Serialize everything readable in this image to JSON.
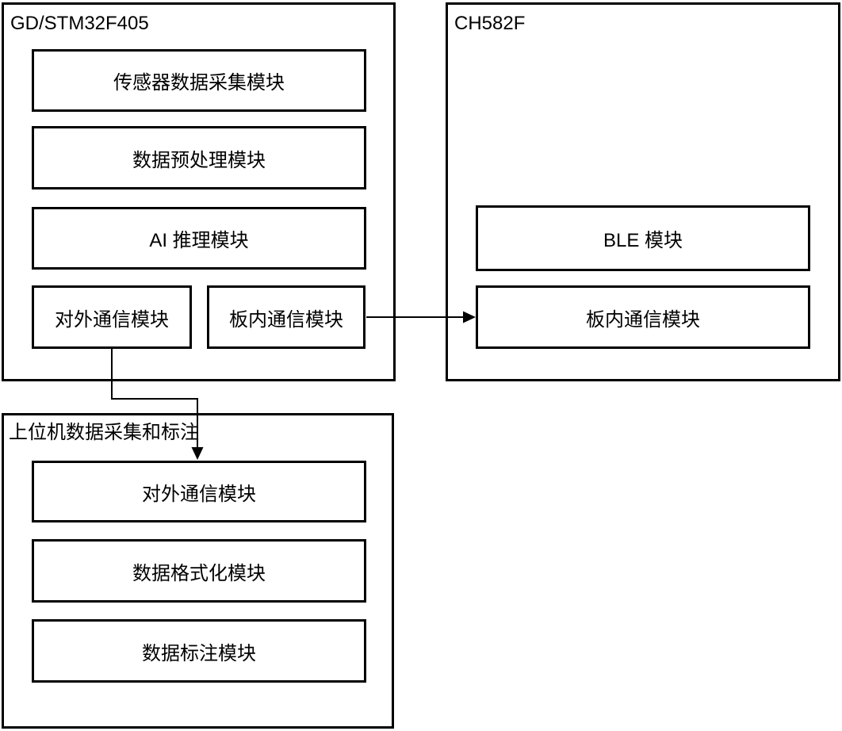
{
  "diagram": {
    "colors": {
      "stroke": "#000000",
      "background": "#ffffff",
      "text": "#000000"
    },
    "containers": {
      "mcu": {
        "title": "GD/STM32F405",
        "modules": {
          "sensor": "传感器数据采集模块",
          "preprocess": "数据预处理模块",
          "ai": "AI 推理模块",
          "external_comm": "对外通信模块",
          "board_comm": "板内通信模块"
        }
      },
      "ble_chip": {
        "title": "CH582F",
        "modules": {
          "ble": "BLE 模块",
          "board_comm": "板内通信模块"
        }
      },
      "host": {
        "title": "上位机数据采集和标注",
        "modules": {
          "external_comm": "对外通信模块",
          "formatter": "数据格式化模块",
          "annotation": "数据标注模块"
        }
      }
    },
    "connections": [
      {
        "from": "mcu.board_comm",
        "to": "ble_chip.board_comm",
        "shape": "straight-right-arrow"
      },
      {
        "from": "mcu.external_comm",
        "to": "host.external_comm",
        "shape": "elbow-down-arrow"
      }
    ]
  }
}
